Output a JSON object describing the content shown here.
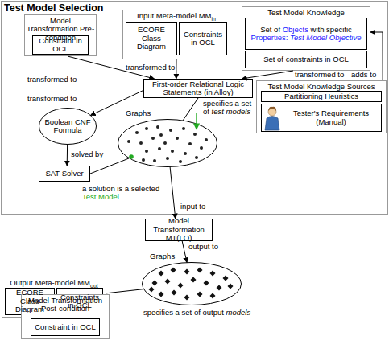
{
  "diagram": {
    "nodes": [
      {
        "text": [
          "Test Model Selection"
        ]
      },
      {
        "text": [
          "Model Transformation Pre-condition"
        ],
        "in": 0
      },
      {
        "text": [
          "Constraint in OCL"
        ],
        "in": 1
      },
      {
        "text": [
          "Input Meta-model MMin"
        ],
        "in": 0
      },
      {
        "text": [
          "ECORE Class Diagram"
        ],
        "in": 3
      },
      {
        "text": [
          "Constraints in OCL"
        ],
        "in": 3
      },
      {
        "text": [
          "Test Model Knowledge"
        ],
        "in": 0
      },
      {
        "text": [
          "Set of Objects with specific Properties: Test Model Objective"
        ],
        "in": 6
      },
      {
        "text": [
          "Set of constraints in OCL"
        ],
        "in": 6
      },
      {
        "text": [
          "First-order Relational Logic Statements (in Alloy)"
        ],
        "in": 0
      },
      {
        "text": [
          "Test Model Knowledge Sources"
        ],
        "in": 0
      },
      {
        "text": [
          "Partitioning Heuristics"
        ],
        "in": 10
      },
      {
        "text": [
          "Tester's Requirements (Manual)"
        ],
        "in": 10
      },
      {
        "text": [
          "Boolean CNF Formula"
        ],
        "in": 0
      },
      {
        "text": [
          "SAT Solver"
        ],
        "in": 0
      },
      {
        "text": [
          "Graphs"
        ],
        "in": 0
      },
      {
        "text": [
          "Model Transformation MT(I,O)"
        ]
      },
      {
        "text": [
          "Graphs"
        ]
      },
      {
        "text": [
          "Output Meta-model MMout"
        ]
      },
      {
        "text": [
          "ECORE Class Diagram"
        ],
        "in": 18
      },
      {
        "text": [
          "Constraints in OCL"
        ],
        "in": 18
      },
      {
        "text": [
          "Model Transformation Post-condition"
        ]
      },
      {
        "text": [
          "Constraint in OCL"
        ],
        "in": 21
      }
    ],
    "edges": [
      {
        "from": 1,
        "to": 9,
        "arrow": "to",
        "label": "transformed to"
      },
      {
        "from": 3,
        "to": 9,
        "arrow": "to",
        "label": "transformed to"
      },
      {
        "from": 6,
        "to": 9,
        "arrow": "to",
        "label": "transformed to"
      },
      {
        "from": 10,
        "to": 6,
        "arrow": "to",
        "label": "adds to"
      },
      {
        "from": 9,
        "to": 13,
        "arrow": "to",
        "label": "transformed to"
      },
      {
        "from": 9,
        "to": 15,
        "arrow": "none",
        "label": "specifies a set of test models"
      },
      {
        "from": 13,
        "to": 14,
        "arrow": "to",
        "label": "solved by"
      },
      {
        "from": 14,
        "to": 15,
        "arrow": "none",
        "label": "a solution is a selected Test Model"
      },
      {
        "from": 15,
        "to": 16,
        "arrow": "to",
        "label": "input to"
      },
      {
        "from": 16,
        "to": 17,
        "arrow": "to",
        "label": "output to"
      },
      {
        "from": 18,
        "to": 17,
        "arrow": "none",
        "label": "specifies a set of output models"
      }
    ]
  }
}
